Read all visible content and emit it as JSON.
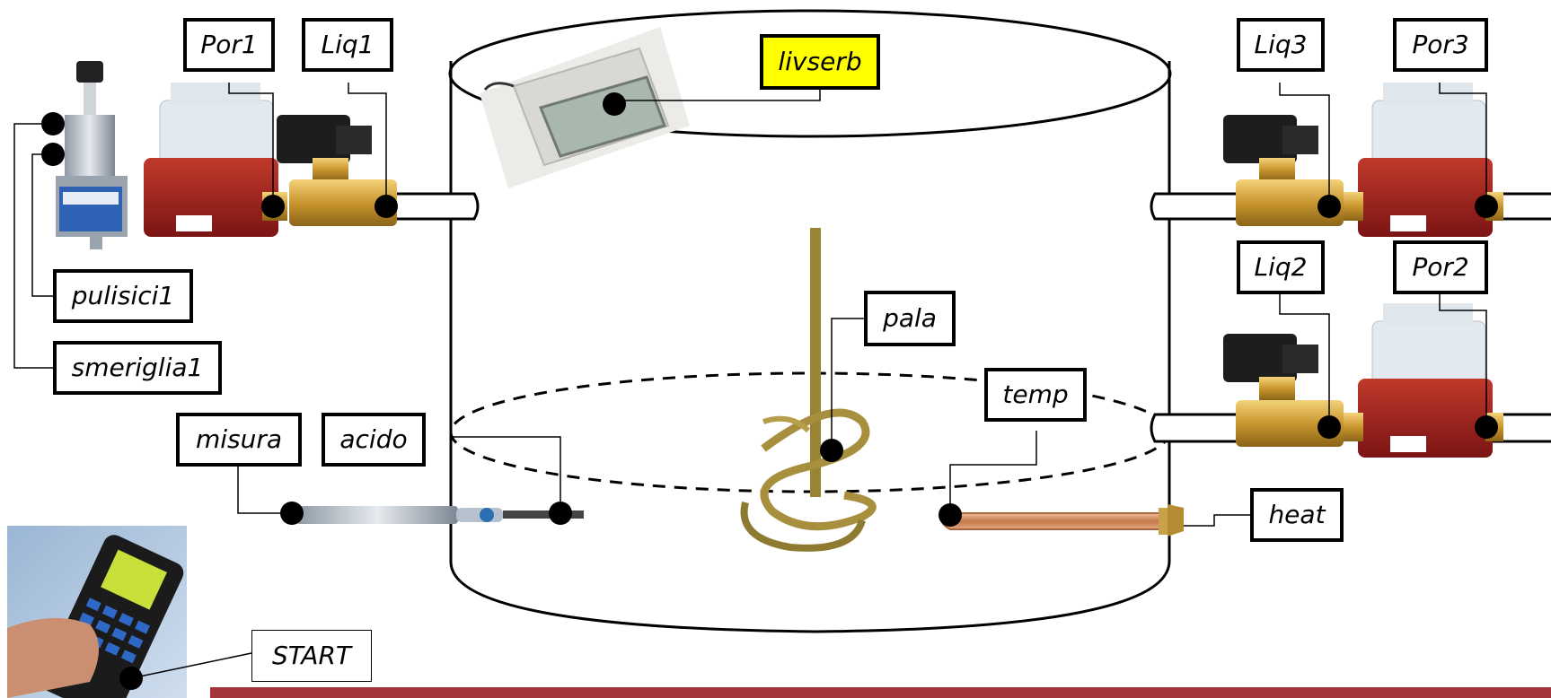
{
  "labels": {
    "por1": "Por1",
    "liq1": "Liq1",
    "livserb": "livserb",
    "liq3": "Liq3",
    "por3": "Por3",
    "liq2": "Liq2",
    "por2": "Por2",
    "pulisici1": "pulisici1",
    "smeriglia1": "smeriglia1",
    "pala": "pala",
    "temp": "temp",
    "misura": "misura",
    "acido": "acido",
    "heat": "heat",
    "start": "START"
  },
  "colors": {
    "highlight": "#ffff00",
    "footer_bar": "#a4343c"
  }
}
